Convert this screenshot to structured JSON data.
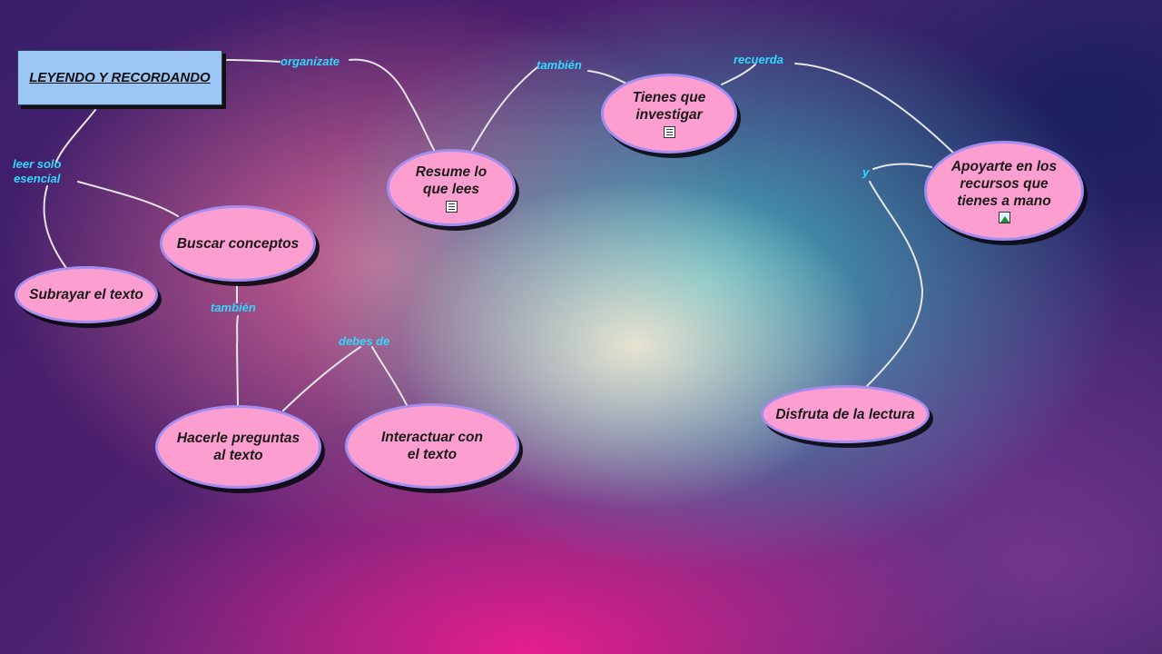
{
  "map": {
    "title": "LEYENDO Y RECORDANDO",
    "nodes": {
      "subrayar": "Subrayar el texto",
      "buscar": "Buscar conceptos",
      "resume": "Resume lo que lees",
      "tienes": "Tienes que investigar",
      "apoyarte": "Apoyarte en los recursos que tienes a mano",
      "disfruta": "Disfruta de la lectura",
      "hacerle": "Hacerle preguntas al texto",
      "interactuar": "Interactuar con el texto"
    },
    "links": {
      "leer_solo_1": "leer solo",
      "leer_solo_2": "esencial",
      "organizate": "organízate",
      "tambien_top": "también",
      "recuerda": "recuerda",
      "y": "y",
      "tambien_left": "también",
      "debes_de": "debes de"
    },
    "icons": {
      "resume": "document-icon",
      "tienes": "document-icon",
      "apoyarte": "image-icon"
    },
    "colors": {
      "node_fill": "#fc9fd0",
      "node_border": "#a58df0",
      "title_fill": "#9cc7f5",
      "link_text": "#2fd9ff",
      "connector": "#e6e6e6"
    }
  }
}
